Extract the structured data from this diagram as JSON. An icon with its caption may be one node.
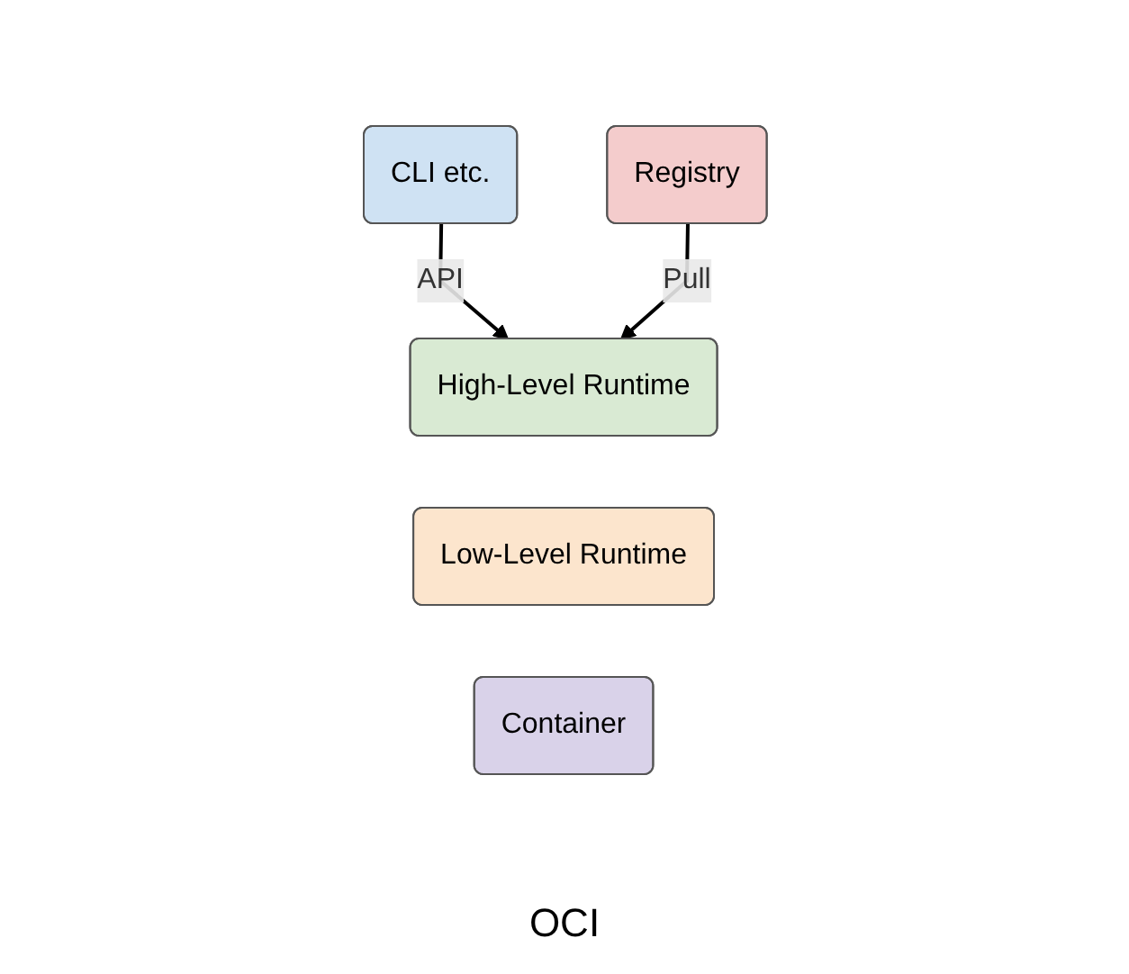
{
  "diagram": {
    "nodes": [
      {
        "text": [
          "CLI etc."
        ]
      },
      {
        "text": [
          "Registry"
        ]
      },
      {
        "text": [
          "High-Level Runtime"
        ]
      },
      {
        "text": [
          "Low-Level Runtime"
        ]
      },
      {
        "text": [
          "Container"
        ]
      }
    ],
    "edges": [
      {
        "from": 0,
        "to": 2,
        "arrow": "to",
        "label": "API"
      },
      {
        "from": 1,
        "to": 2,
        "arrow": "to",
        "label": "Pull"
      }
    ],
    "labels": [
      "OCI"
    ]
  }
}
